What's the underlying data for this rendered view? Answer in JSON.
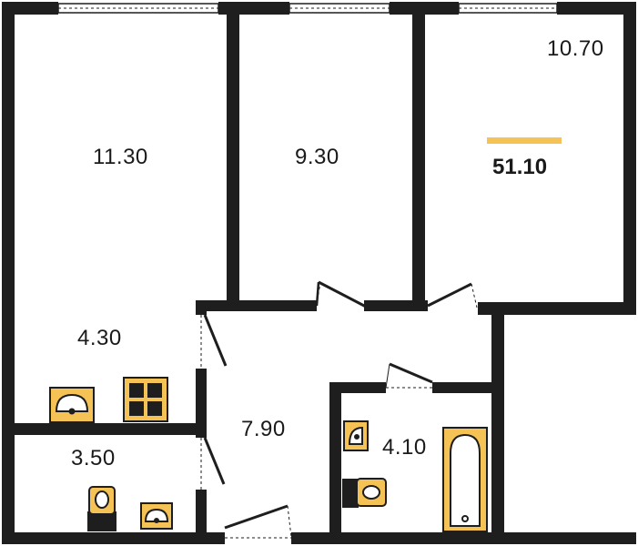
{
  "total_area": "51.10",
  "rooms": [
    {
      "id": "room-left",
      "area": "11.30"
    },
    {
      "id": "room-middle",
      "area": "9.30"
    },
    {
      "id": "room-right",
      "area": "10.70"
    },
    {
      "id": "kitchen-area",
      "area": "4.30"
    },
    {
      "id": "toilet",
      "area": "3.50"
    },
    {
      "id": "hallway",
      "area": "7.90"
    },
    {
      "id": "bathroom",
      "area": "4.10"
    }
  ],
  "colors": {
    "wall": "#1e1e1e",
    "fixture": "#f5c255",
    "accent": "#f5c255",
    "window": "#ffffff"
  }
}
